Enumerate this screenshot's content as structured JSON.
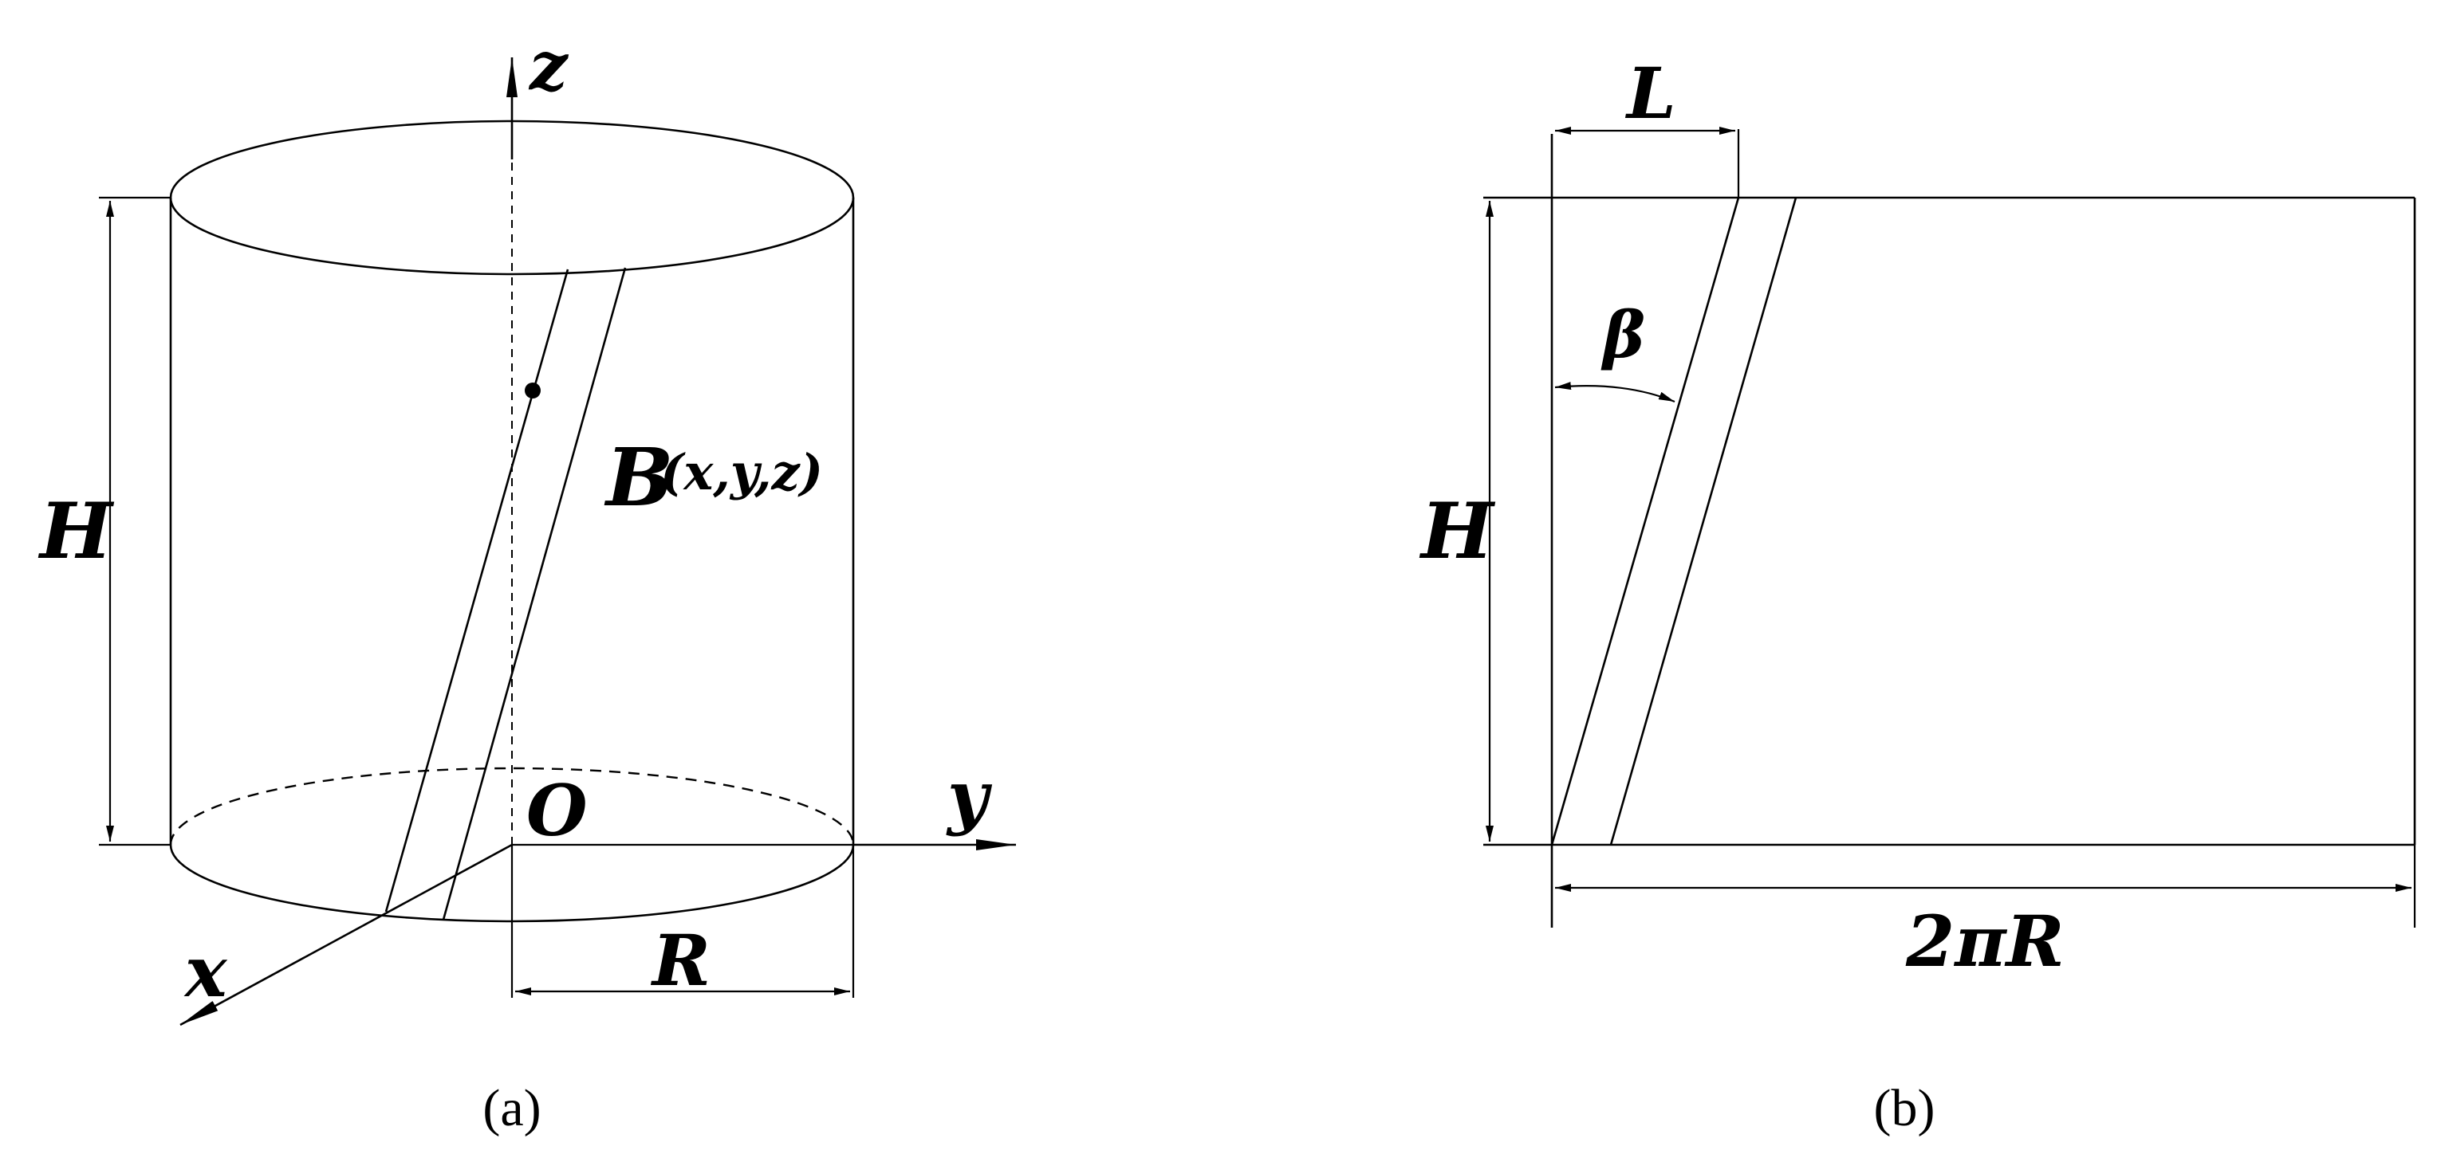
{
  "panel_a": {
    "axis_z": "z",
    "axis_y": "y",
    "axis_x": "x",
    "origin": "O",
    "height_label": "H",
    "radius_label": "R",
    "point_symbol": "B",
    "point_coords": "(x,y,z)",
    "caption": "(a)"
  },
  "panel_b": {
    "length_label": "L",
    "angle_label": "β",
    "height_label": "H",
    "width_label": "2πR",
    "caption": "(b)"
  }
}
